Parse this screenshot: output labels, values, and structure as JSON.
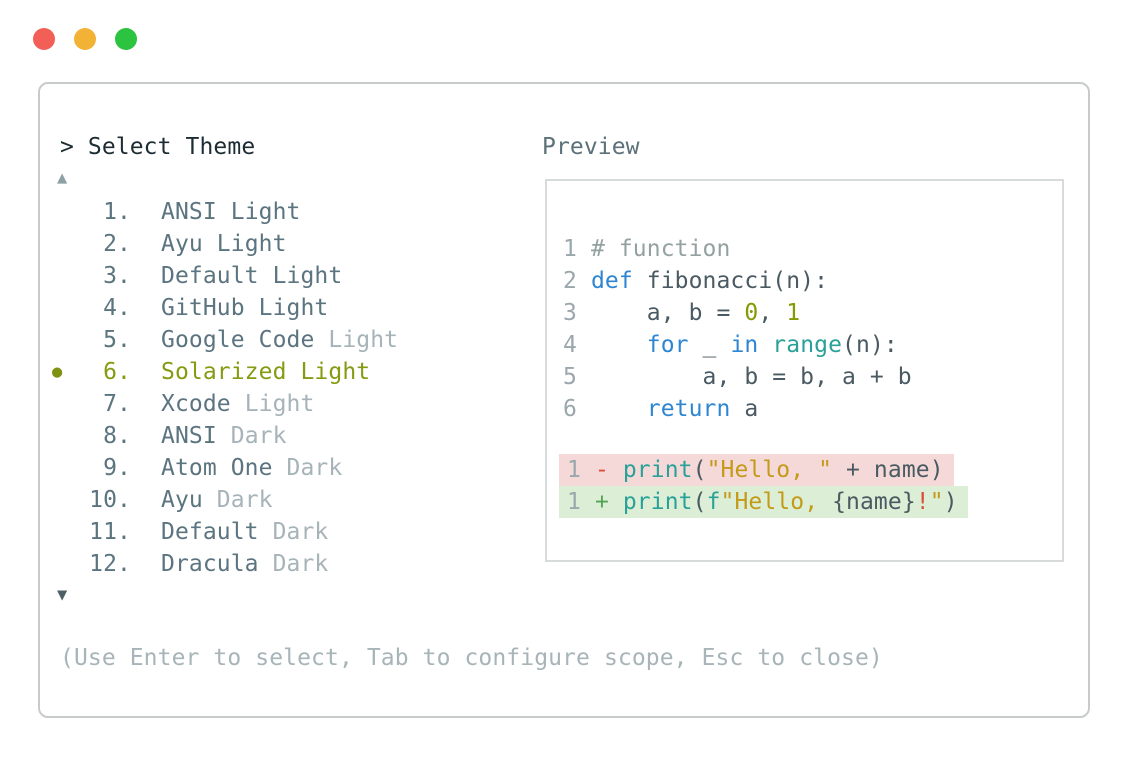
{
  "window": {
    "traffic_lights": [
      {
        "name": "close",
        "color": "#f15f57"
      },
      {
        "name": "minimize",
        "color": "#f2b236"
      },
      {
        "name": "zoom",
        "color": "#2bc340"
      }
    ]
  },
  "header": {
    "title": "> Select Theme",
    "preview_label": "Preview"
  },
  "list": {
    "bullet": "●",
    "scroll_up": "▲",
    "scroll_down": "▼",
    "items": [
      {
        "num": "1",
        "name": "ANSI",
        "suffix": "Light",
        "dim_suffix": false,
        "selected": false
      },
      {
        "num": "2",
        "name": "Ayu",
        "suffix": "Light",
        "dim_suffix": false,
        "selected": false
      },
      {
        "num": "3",
        "name": "Default",
        "suffix": "Light",
        "dim_suffix": false,
        "selected": false
      },
      {
        "num": "4",
        "name": "GitHub",
        "suffix": "Light",
        "dim_suffix": false,
        "selected": false
      },
      {
        "num": "5",
        "name": "Google Code",
        "suffix": "Light",
        "dim_suffix": true,
        "selected": false
      },
      {
        "num": "6",
        "name": "Solarized",
        "suffix": "Light",
        "dim_suffix": false,
        "selected": true
      },
      {
        "num": "7",
        "name": "Xcode",
        "suffix": "Light",
        "dim_suffix": true,
        "selected": false
      },
      {
        "num": "8",
        "name": "ANSI",
        "suffix": "Dark",
        "dim_suffix": true,
        "selected": false
      },
      {
        "num": "9",
        "name": "Atom One",
        "suffix": "Dark",
        "dim_suffix": true,
        "selected": false
      },
      {
        "num": "10",
        "name": "Ayu",
        "suffix": "Dark",
        "dim_suffix": true,
        "selected": false
      },
      {
        "num": "11",
        "name": "Default",
        "suffix": "Dark",
        "dim_suffix": true,
        "selected": false
      },
      {
        "num": "12",
        "name": "Dracula",
        "suffix": "Dark",
        "dim_suffix": true,
        "selected": false
      }
    ]
  },
  "preview": {
    "code_lines": [
      {
        "num": "1",
        "tokens": [
          [
            "comment",
            "# function"
          ]
        ]
      },
      {
        "num": "2",
        "tokens": [
          [
            "kw",
            "def"
          ],
          [
            "body",
            " fibonacci(n):"
          ]
        ]
      },
      {
        "num": "3",
        "tokens": [
          [
            "body",
            "    a, b = "
          ],
          [
            "green",
            "0"
          ],
          [
            "body",
            ", "
          ],
          [
            "green",
            "1"
          ]
        ]
      },
      {
        "num": "4",
        "tokens": [
          [
            "body",
            "    "
          ],
          [
            "kw",
            "for"
          ],
          [
            "body",
            " _ "
          ],
          [
            "kw",
            "in"
          ],
          [
            "body",
            " "
          ],
          [
            "teal",
            "range"
          ],
          [
            "body",
            "(n):"
          ]
        ]
      },
      {
        "num": "5",
        "tokens": [
          [
            "body",
            "        a, b = b, a + b"
          ]
        ]
      },
      {
        "num": "6",
        "tokens": [
          [
            "body",
            "    "
          ],
          [
            "kw",
            "return"
          ],
          [
            "body",
            " a"
          ]
        ]
      }
    ],
    "diff_lines": [
      {
        "num": "1",
        "sign": "-",
        "sign_color": "red",
        "bg": "removed_bg",
        "tokens": [
          [
            "teal",
            "print"
          ],
          [
            "body",
            "("
          ],
          [
            "gold",
            "\"Hello, \""
          ],
          [
            "body",
            " + name)"
          ]
        ]
      },
      {
        "num": "1",
        "sign": "+",
        "sign_color": "plus",
        "bg": "added_bg",
        "tokens": [
          [
            "teal",
            "print"
          ],
          [
            "body",
            "("
          ],
          [
            "teal",
            "f"
          ],
          [
            "gold",
            "\"Hello, "
          ],
          [
            "body",
            "{name}"
          ],
          [
            "red",
            "!"
          ],
          [
            "gold",
            "\""
          ],
          [
            "body",
            ")"
          ]
        ]
      }
    ]
  },
  "footer": {
    "help": "(Use Enter to select, Tab to configure scope, Esc to close)"
  },
  "colors": {
    "panel_border": "#c7cbcc",
    "preview_border": "#d7dbdc",
    "header": "#1d2c33",
    "label": "#5b7078",
    "slate": "#5b7480",
    "dim": "#a6b3b8",
    "olive": "#869a12",
    "olive_bullet": "#7e9110",
    "arrow_up": "#8da0a6",
    "arrow_down": "#4e6067",
    "help": "#a7b4b8",
    "lineno": "#9aa7ac",
    "comment": "#93a1a1",
    "body": "#4a5a62",
    "kw": "#2e86d2",
    "teal": "#2aa198",
    "green": "#859900",
    "gold": "#c49a1a",
    "red": "#dc4b3c",
    "plus": "#55a455",
    "removed_bg": "#f5d9d8",
    "added_bg": "#dcefd6"
  }
}
